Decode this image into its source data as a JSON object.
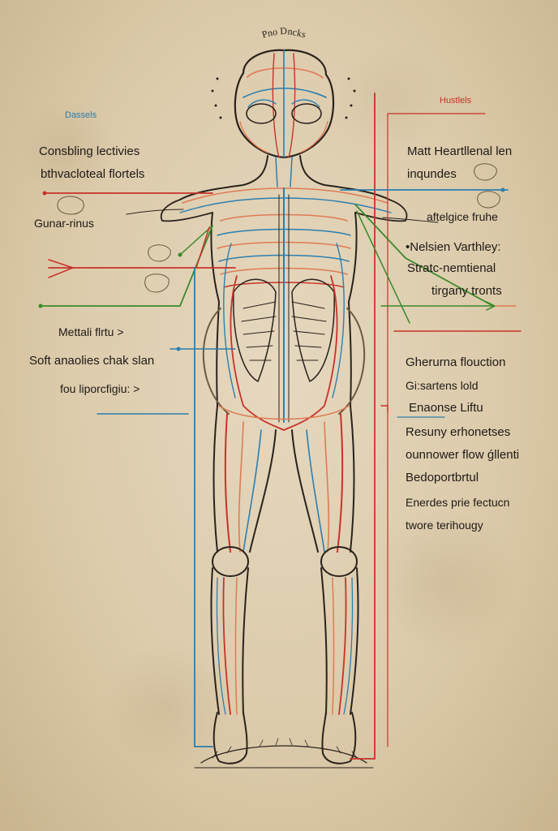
{
  "headers": {
    "left": "Dassels",
    "right": "Hustlels"
  },
  "crown_text": "Pno Dncks",
  "left_labels": [
    "Consbling lectivies",
    "bthvacloteal flortels",
    "Gunar-rinus",
    "Mettali flrtu >",
    "Soft anaolies chak slan",
    "fou liporcfigiu: >"
  ],
  "right_labels": [
    "Matt Heartllenal len",
    "inqundes",
    "aftelgice fruhe",
    "•Nelsien Varthley:",
    "Stratc-nemtienal",
    "tirgany tronts",
    "Gherurna flouction",
    "Gi:sartens lold",
    "Enaonse Liftu",
    "Resuny erhonetses",
    "ounnower flow ǵllenti",
    "Bedoportbrtul",
    "Enerdes prie fectucn",
    "twore terihougy"
  ],
  "colors": {
    "red": "#c8322a",
    "blue": "#2b7fb0",
    "green": "#3a8a2a",
    "ink": "#2a221c",
    "orange": "#e07a55"
  }
}
